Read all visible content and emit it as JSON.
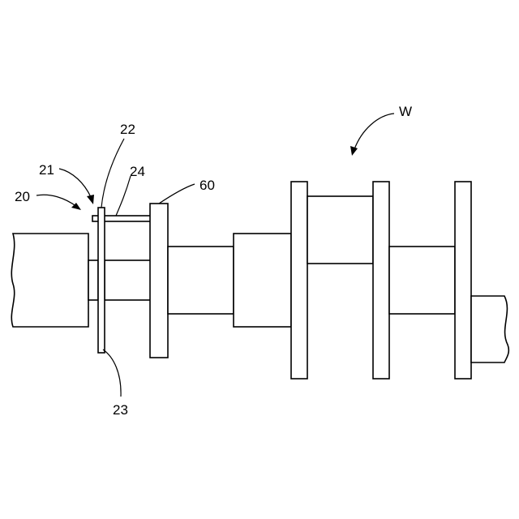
{
  "labels": {
    "ref_20": "20",
    "ref_21": "21",
    "ref_22": "22",
    "ref_23": "23",
    "ref_24": "24",
    "ref_60": "60",
    "ref_W": "W"
  }
}
